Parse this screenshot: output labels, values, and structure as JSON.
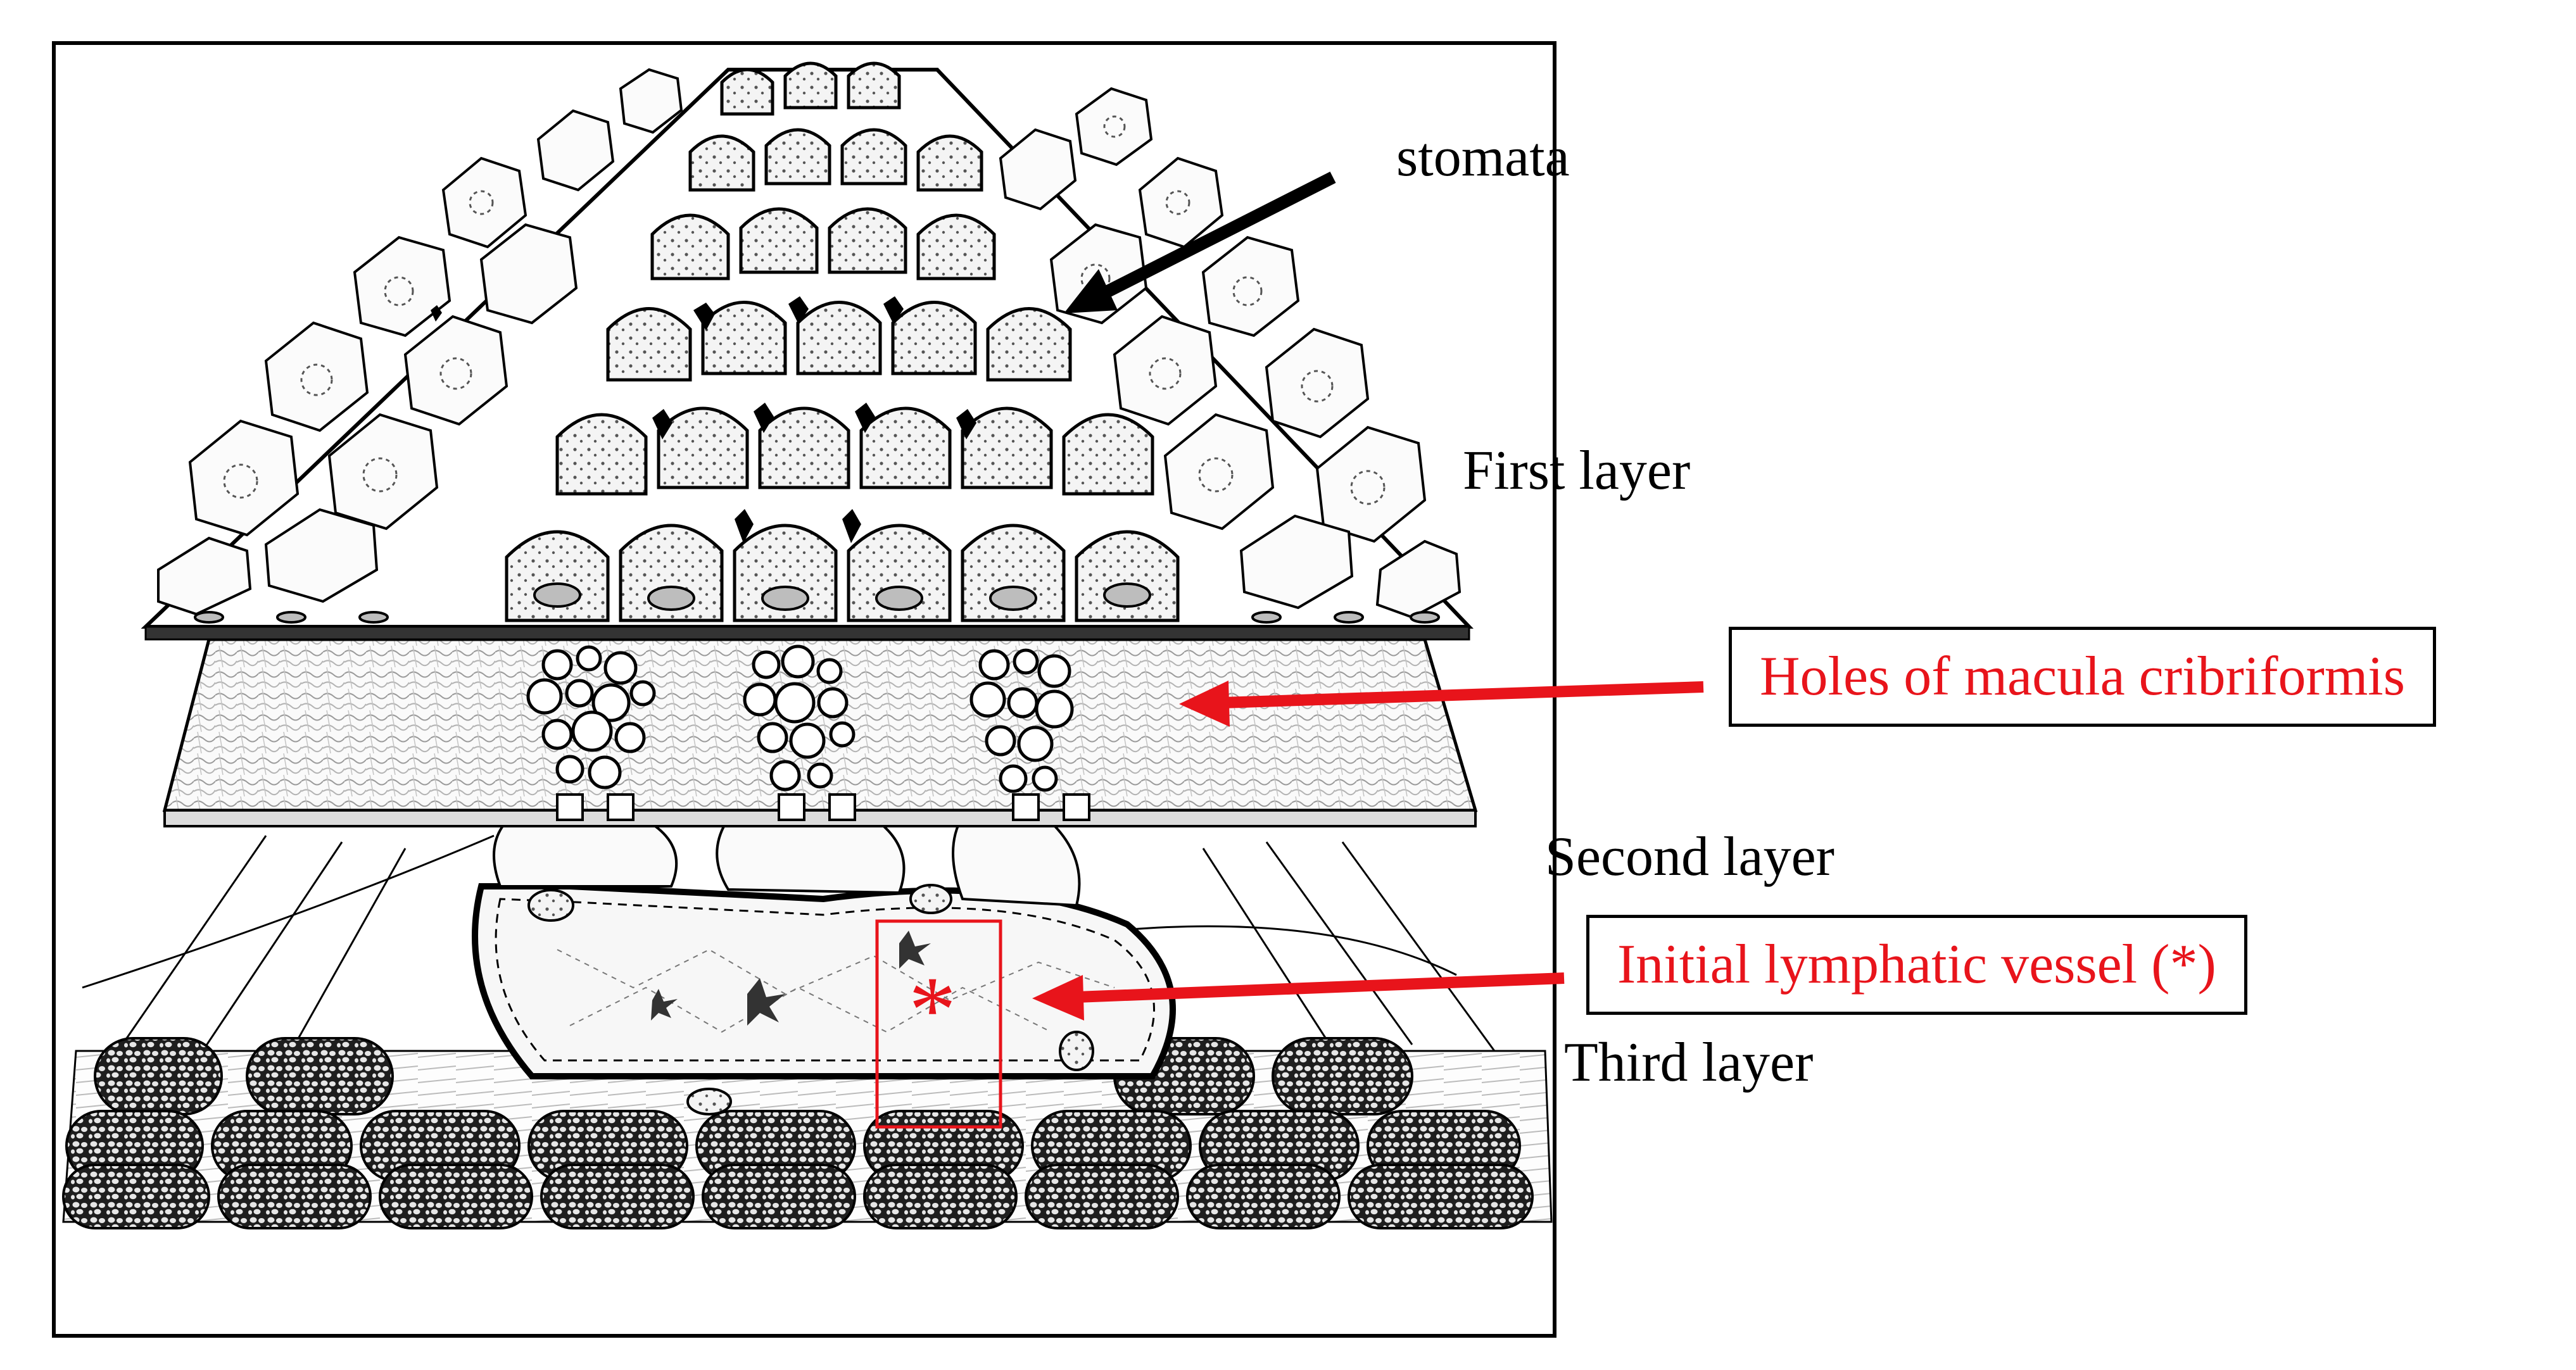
{
  "labels": {
    "stomata": "stomata",
    "first_layer": "First layer",
    "holes": "Holes of macula cribriformis",
    "second_layer": "Second layer",
    "initial_vessel": "Initial lymphatic vessel (*)",
    "third_layer": "Third layer",
    "asterisk": "*"
  },
  "colors": {
    "ink": "#000000",
    "highlight": "#e8141b",
    "fill_light": "#f2f2f2",
    "fill_dark": "#2a2a2a"
  }
}
